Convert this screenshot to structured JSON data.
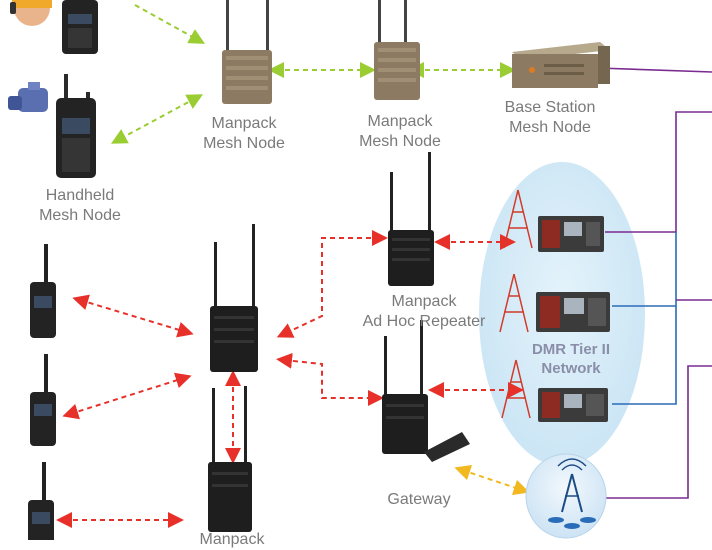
{
  "labels": {
    "manpack_mesh_1": [
      "Manpack",
      "Mesh Node"
    ],
    "manpack_mesh_2": [
      "Manpack",
      "Mesh Node"
    ],
    "base_station": [
      "Base Station",
      "Mesh Node"
    ],
    "handheld_mesh": [
      "Handheld",
      "Mesh Node"
    ],
    "manpack_adhoc": [
      "Manpack",
      "Ad Hoc Repeater"
    ],
    "dmr_network": [
      "DMR Tier II",
      "Network"
    ],
    "gateway": "Gateway",
    "manpack_partial": "Manpack"
  },
  "colors": {
    "mesh_link": "#9acd32",
    "adhoc_link": "#e8302a",
    "gateway_link": "#f2b820",
    "backhaul_purple": "#7a2b8f",
    "backhaul_blue": "#2b6cb8",
    "dmr_bubble": "#d6ecf8",
    "radio_body": "#1e1e1e",
    "mesh_manpack": "#8c7b62"
  }
}
